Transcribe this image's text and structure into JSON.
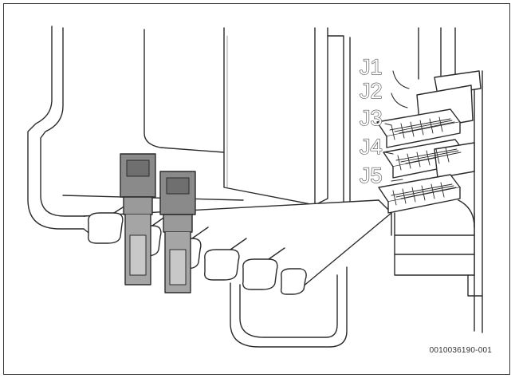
{
  "diagram": {
    "jumper_labels": [
      "J1",
      "J2",
      "J3",
      "J4",
      "J5"
    ],
    "document_code": "0010036190-001"
  },
  "colors": {
    "line": "#2b2b2b",
    "fill": "#ffffff",
    "jumper_body": "#8a8a8a",
    "jumper_dark": "#5a5a5a",
    "frame": "#3a3a3a"
  }
}
